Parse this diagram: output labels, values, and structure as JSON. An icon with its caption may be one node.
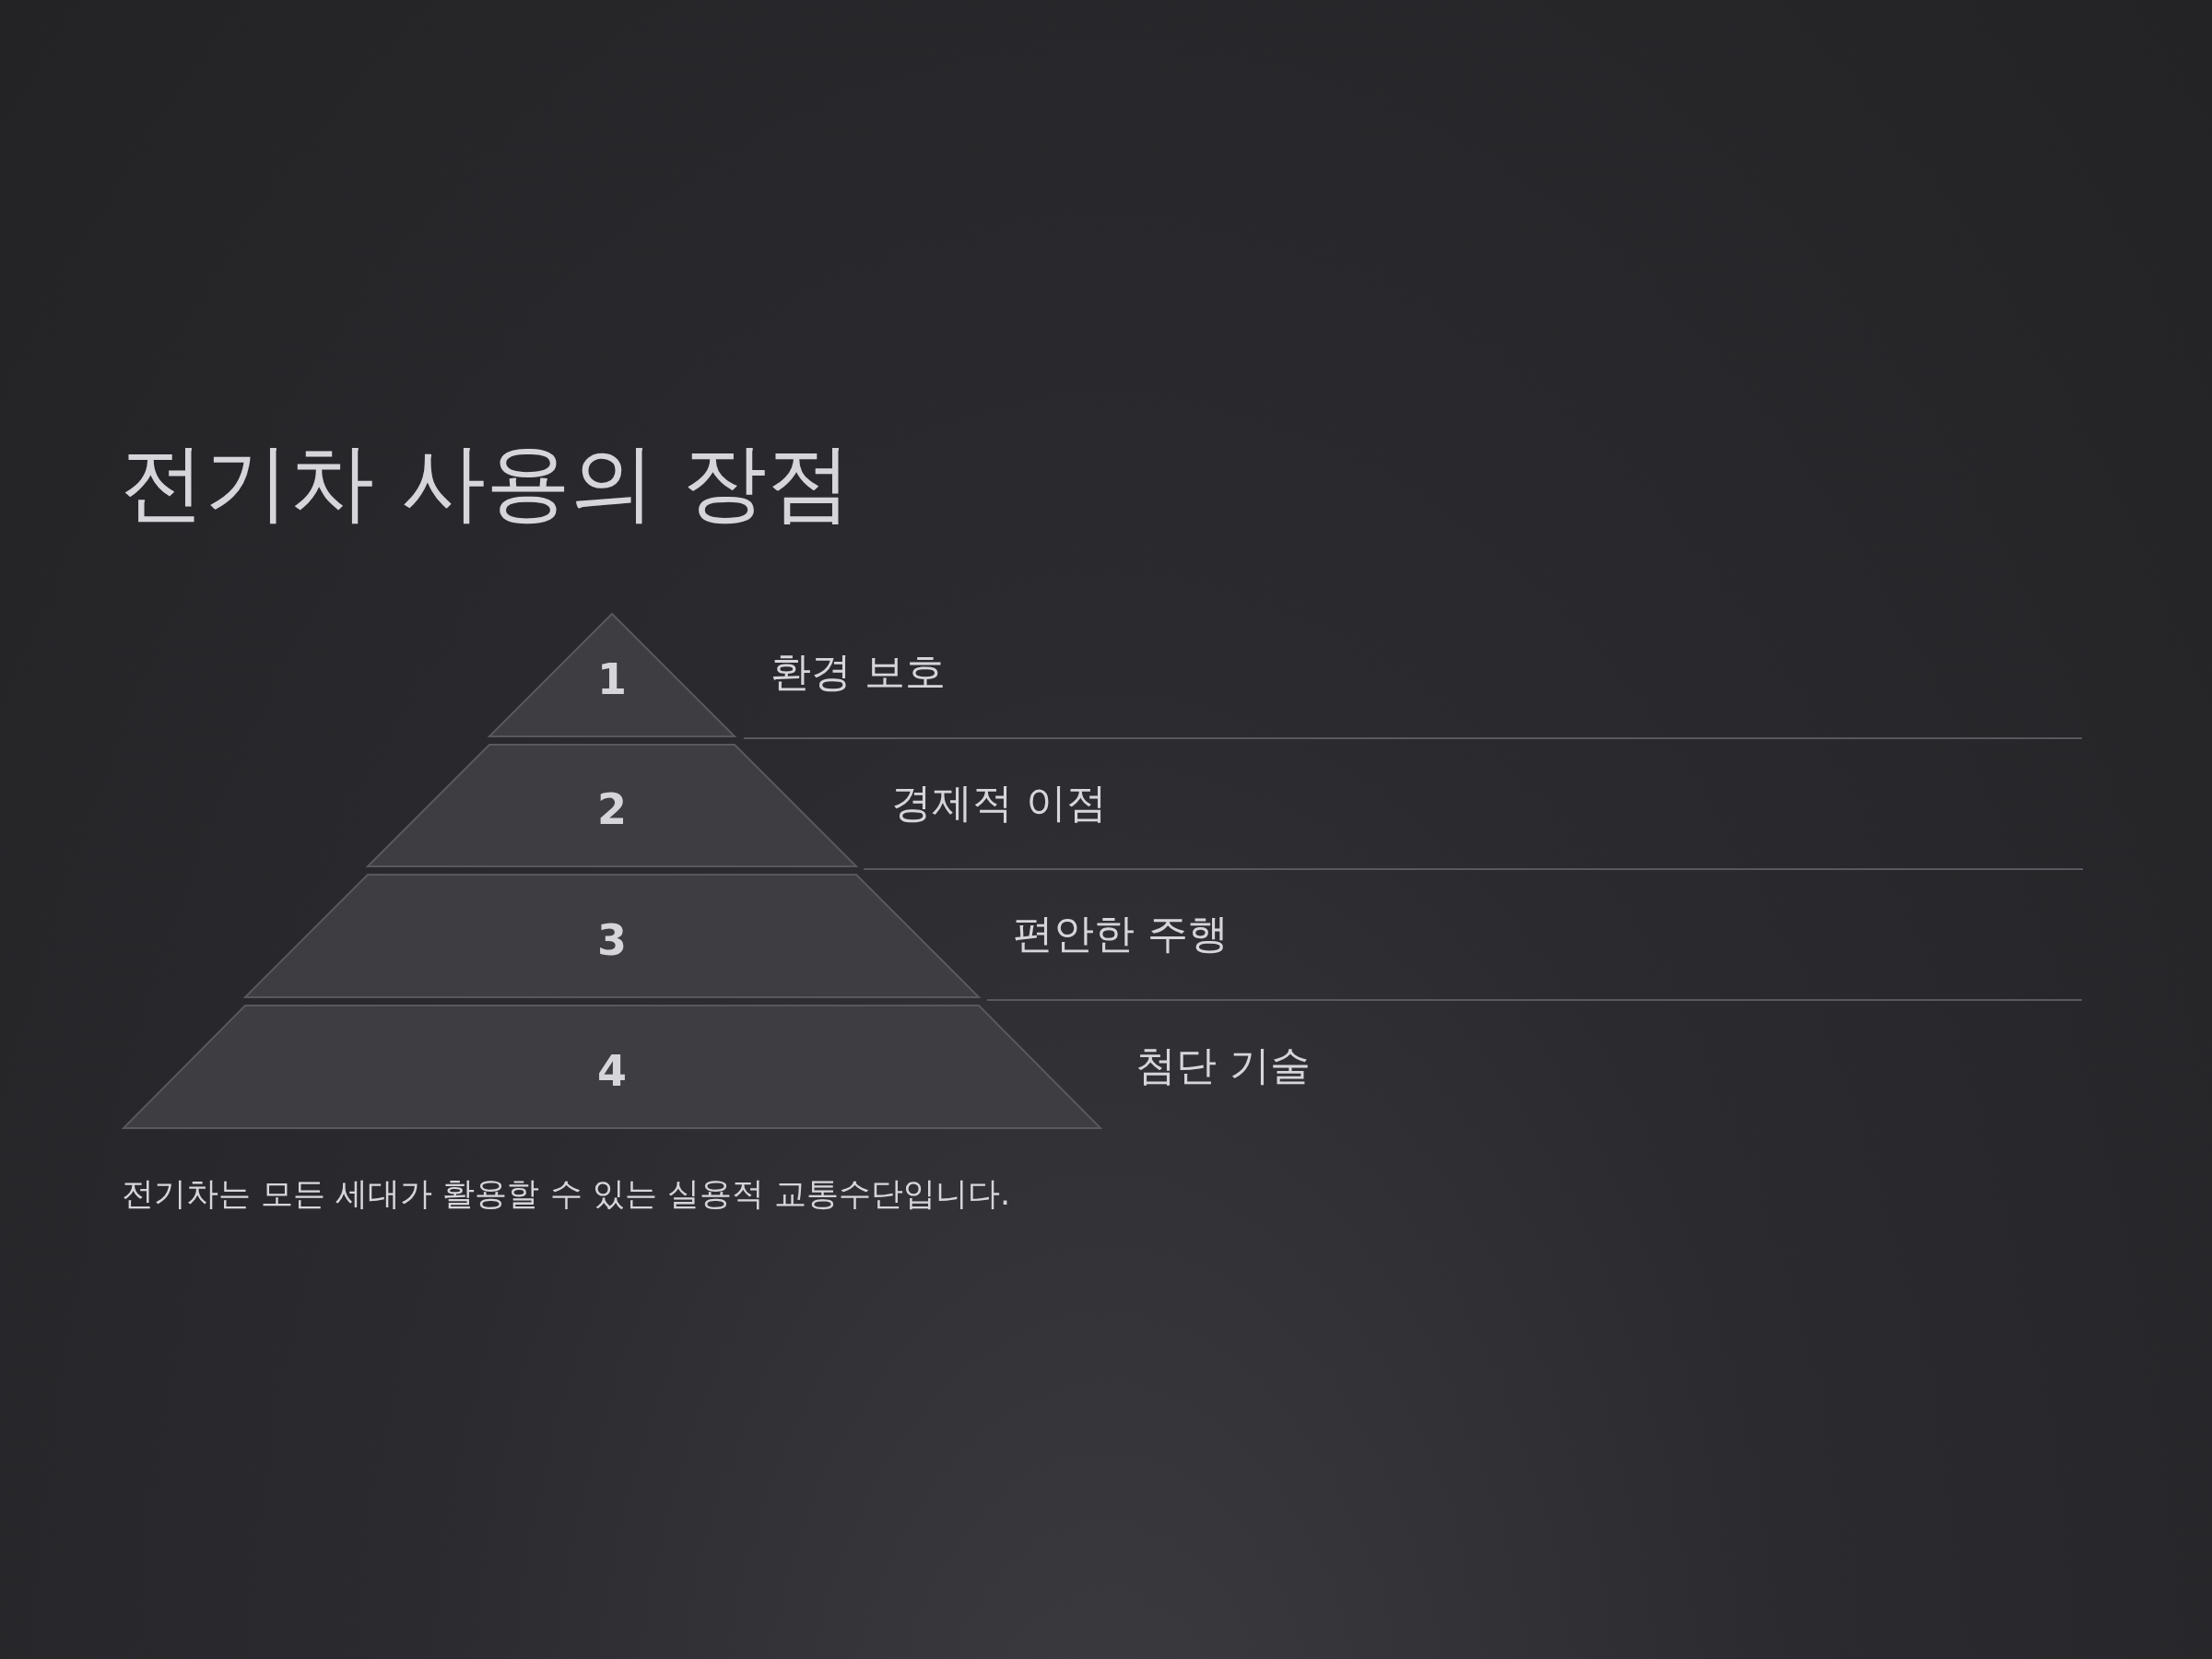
{
  "diagram": {
    "title": "전기차 사용의 장점",
    "caption": "전기차는 모든 세대가 활용할 수 있는 실용적 교통수단입니다.",
    "nodes": [
      {
        "text": [
          "1"
        ],
        "beside": [
          "환경 보호"
        ]
      },
      {
        "text": [
          "2"
        ],
        "beside": [
          "경제적 이점"
        ]
      },
      {
        "text": [
          "3"
        ],
        "beside": [
          "편안한 주행"
        ]
      },
      {
        "text": [
          "4"
        ],
        "beside": [
          "첨단 기술"
        ]
      }
    ]
  }
}
